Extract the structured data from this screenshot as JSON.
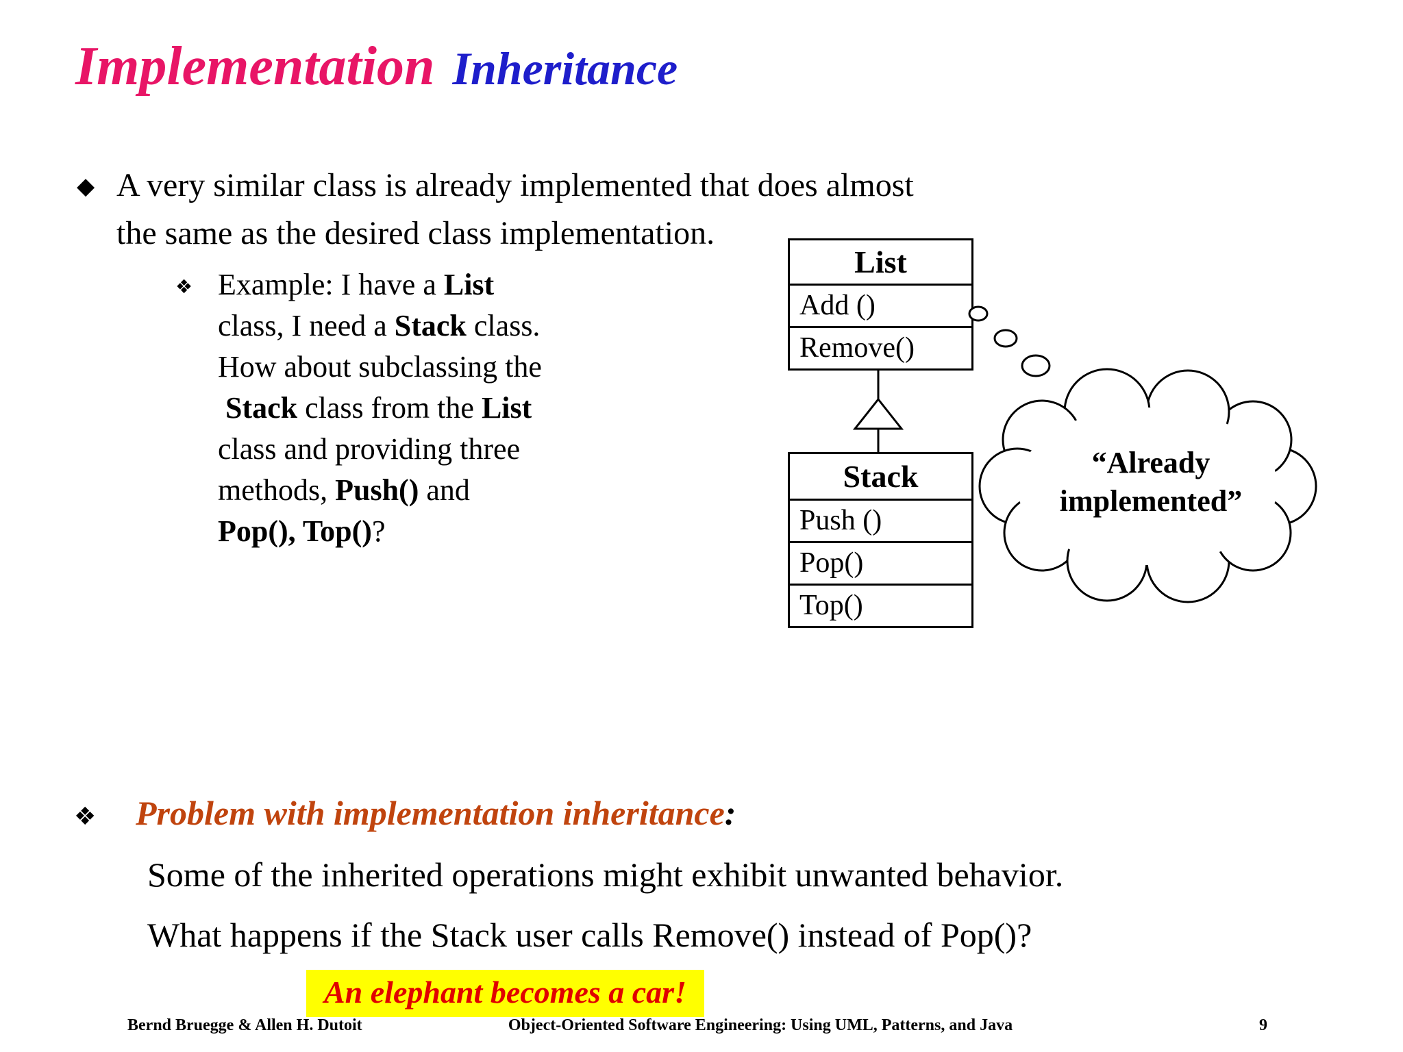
{
  "slide": {
    "title": {
      "part1": "Implementation",
      "part2": "Inheritance"
    },
    "colors": {
      "title_part1": "#e81566",
      "title_part2": "#1e1ecb",
      "problem_heading": "#c0440e",
      "highlight_bg": "#ffff00",
      "highlight_text": "#e00000"
    }
  },
  "bullet1": {
    "marker": "◆",
    "lines": [
      "A very similar class is already implemented that does almost",
      "the same as the desired class implementation."
    ]
  },
  "example": {
    "marker": "❖",
    "lines": [
      [
        {
          "t": "Example: I have a ",
          "b": 0
        },
        {
          "t": "List",
          "b": 1
        }
      ],
      [
        {
          "t": "class, I need a ",
          "b": 0
        },
        {
          "t": "Stack",
          "b": 1
        },
        {
          "t": " class.",
          "b": 0
        }
      ],
      [
        {
          "t": "How about subclassing the",
          "b": 0
        }
      ],
      [
        {
          "t": " ",
          "b": 0
        },
        {
          "t": "Stack",
          "b": 1
        },
        {
          "t": " class from the ",
          "b": 0
        },
        {
          "t": "List",
          "b": 1
        }
      ],
      [
        {
          "t": "class and providing three",
          "b": 0
        }
      ],
      [
        {
          "t": "methods, ",
          "b": 0
        },
        {
          "t": "Push()",
          "b": 1
        },
        {
          "t": " and",
          "b": 0
        }
      ],
      [
        {
          "t": "Pop(), Top()",
          "b": 1
        },
        {
          "t": "?",
          "b": 0
        }
      ]
    ]
  },
  "diagram": {
    "list_class": {
      "name": "List",
      "methods": [
        "Add ()",
        "Remove()"
      ]
    },
    "stack_class": {
      "name": "Stack",
      "methods": [
        "Push ()",
        "Pop()",
        "Top()"
      ]
    },
    "thought_bubble": {
      "line1": "“Already",
      "line2": "implemented”"
    }
  },
  "problem": {
    "marker": "❖",
    "heading": "Problem with implementation inheritance",
    "heading_suffix": ":",
    "lines": [
      "Some of the inherited operations might exhibit unwanted behavior.",
      "What happens if the Stack user calls Remove() instead of Pop()?"
    ],
    "highlight": "An elephant becomes a car!"
  },
  "footer": {
    "authors": "Bernd Bruegge & Allen H. Dutoit",
    "book": "Object-Oriented Software Engineering: Using UML, Patterns, and Java",
    "page": "9"
  }
}
